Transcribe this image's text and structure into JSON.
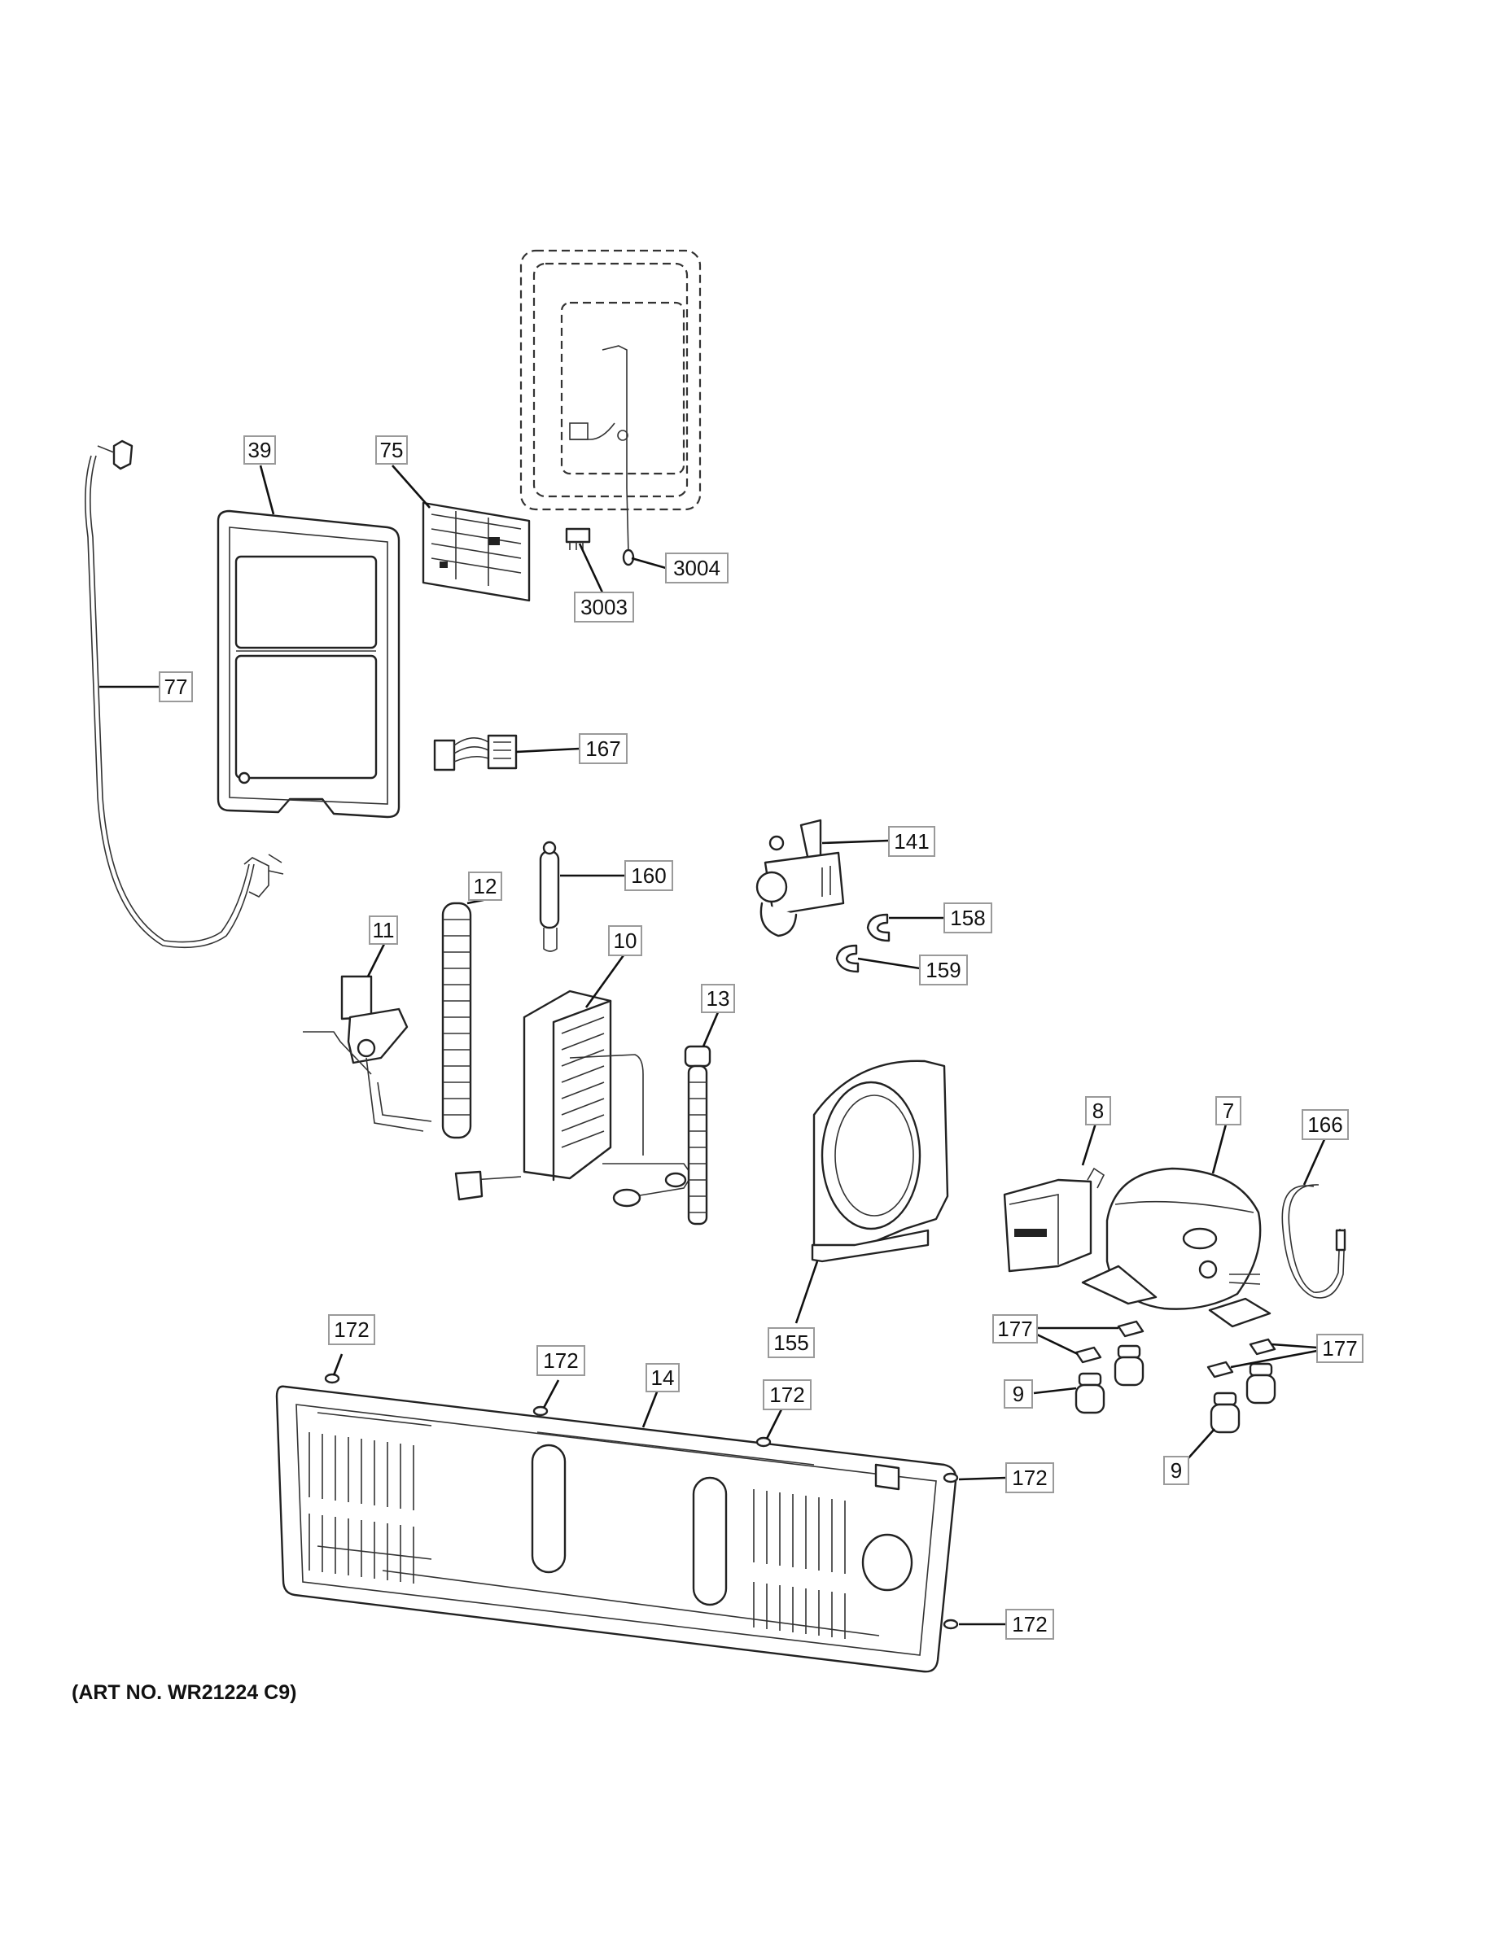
{
  "art_number": "(ART NO. WR21224 C9)",
  "callouts": {
    "c39": "39",
    "c75": "75",
    "c77": "77",
    "c3004": "3004",
    "c3003": "3003",
    "c167": "167",
    "c141": "141",
    "c160": "160",
    "c12": "12",
    "c158": "158",
    "c159": "159",
    "c11": "11",
    "c10": "10",
    "c13": "13",
    "c8": "8",
    "c7": "7",
    "c166": "166",
    "c155": "155",
    "c172a": "172",
    "c172b": "172",
    "c172c": "172",
    "c172d": "172",
    "c172e": "172",
    "c14": "14",
    "c177a": "177",
    "c177b": "177",
    "c9a": "9",
    "c9b": "9"
  },
  "parts": [
    {
      "callout": "39",
      "icon": "frame-cover-icon"
    },
    {
      "callout": "75",
      "icon": "control-board-icon"
    },
    {
      "callout": "77",
      "icon": "wire-harness-icon"
    },
    {
      "callout": "3003",
      "icon": "connector-icon"
    },
    {
      "callout": "3004",
      "icon": "sensor-icon"
    },
    {
      "callout": "167",
      "icon": "wire-connector-icon"
    },
    {
      "callout": "141",
      "icon": "water-valve-icon"
    },
    {
      "callout": "160",
      "icon": "drier-icon"
    },
    {
      "callout": "12",
      "icon": "drain-hose-icon"
    },
    {
      "callout": "158",
      "icon": "clip-icon"
    },
    {
      "callout": "159",
      "icon": "clip-icon"
    },
    {
      "callout": "11",
      "icon": "bracket-icon"
    },
    {
      "callout": "10",
      "icon": "condenser-icon"
    },
    {
      "callout": "13",
      "icon": "drain-tube-icon"
    },
    {
      "callout": "8",
      "icon": "start-relay-icon"
    },
    {
      "callout": "7",
      "icon": "compressor-icon"
    },
    {
      "callout": "166",
      "icon": "tube-icon"
    },
    {
      "callout": "155",
      "icon": "fan-shroud-icon"
    },
    {
      "callout": "172",
      "icon": "screw-icon"
    },
    {
      "callout": "14",
      "icon": "access-panel-icon"
    },
    {
      "callout": "177",
      "icon": "clip-icon"
    },
    {
      "callout": "9",
      "icon": "grommet-icon"
    }
  ]
}
